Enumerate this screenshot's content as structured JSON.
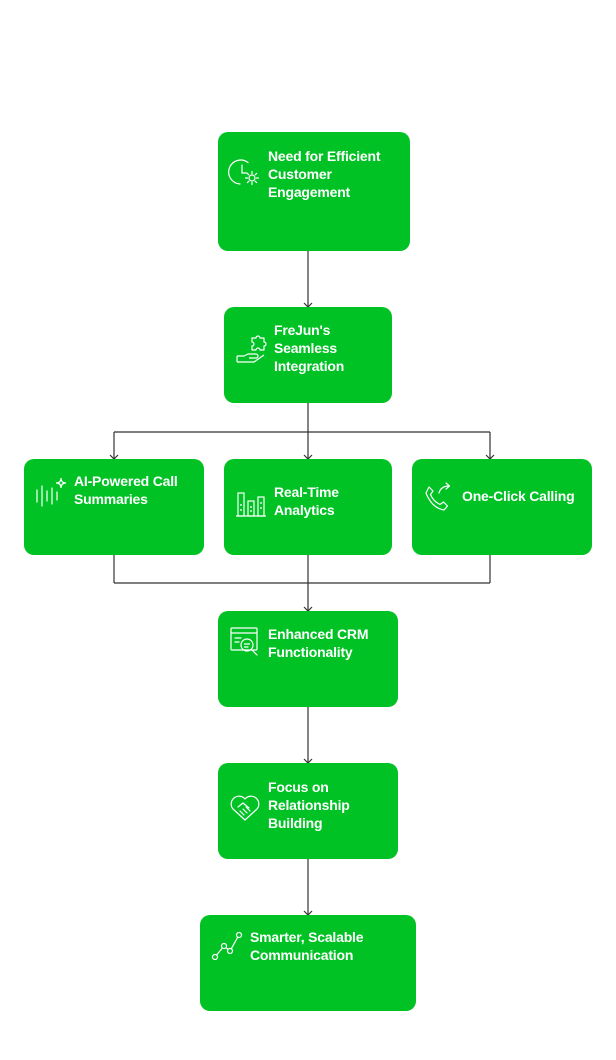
{
  "colors": {
    "node_fill": "#00c224",
    "node_text": "#ffffff",
    "connector": "#333333",
    "icon_stroke": "#ffffff"
  },
  "nodes": [
    {
      "id": "need",
      "label": "Need for Efficient\nCustomer\nEngagement",
      "icon": "clock-gear-icon"
    },
    {
      "id": "integration",
      "label": "FreJun's\nSeamless\nIntegration",
      "icon": "puzzle-hand-icon"
    },
    {
      "id": "ai",
      "label": "AI-Powered Call\nSummaries",
      "icon": "sparkle-waveform-icon"
    },
    {
      "id": "analytics",
      "label": "Real-Time\nAnalytics",
      "icon": "bar-chart-icon"
    },
    {
      "id": "calling",
      "label": "One-Click Calling",
      "icon": "phone-arrow-icon"
    },
    {
      "id": "crm",
      "label": "Enhanced CRM\nFunctionality",
      "icon": "crm-search-icon"
    },
    {
      "id": "relationship",
      "label": "Focus on\nRelationship\nBuilding",
      "icon": "handshake-heart-icon"
    },
    {
      "id": "communication",
      "label": "Smarter, Scalable\nCommunication",
      "icon": "growth-line-icon"
    }
  ]
}
